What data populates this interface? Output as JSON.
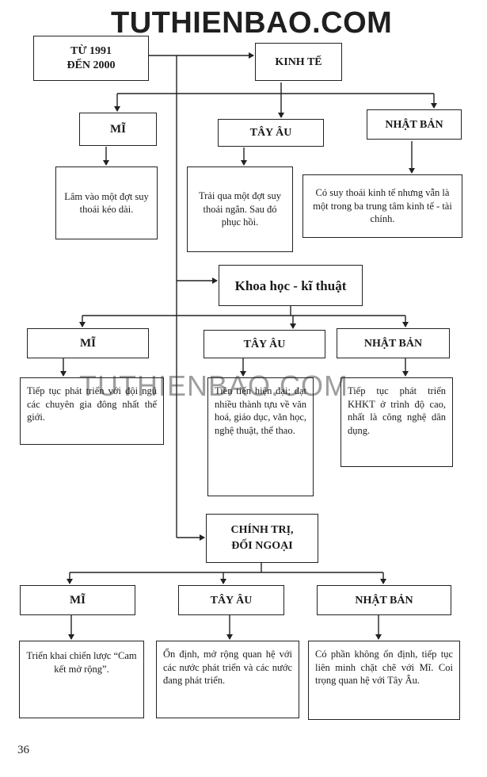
{
  "watermark": {
    "top": "TUTHIENBAO.COM",
    "middle": "TUTHIENBAO.COM"
  },
  "root": {
    "line1": "TỪ 1991",
    "line2": "ĐẾN 2000"
  },
  "sections": [
    {
      "title": "KINH TẾ",
      "regions": [
        {
          "name": "MĨ",
          "text": "Lâm vào một đợt suy thoái kéo dài."
        },
        {
          "name": "TÂY ÂU",
          "text": "Trải qua một đợt suy thoái ngắn. Sau đó phục hồi."
        },
        {
          "name": "NHẬT BẢN",
          "text": "Có suy thoái kinh tế nhưng vẫn là một trong ba trung tâm kinh tế - tài chính."
        }
      ]
    },
    {
      "title": "Khoa học - kĩ thuật",
      "regions": [
        {
          "name": "MĨ",
          "text": "Tiếp tục phát triển với đội ngũ các chuyên gia đông nhất thế giới."
        },
        {
          "name": "TÂY ÂU",
          "text": "Tiên tiến hiện đại; đạt nhiều thành tựu về văn hoá, giáo dục, văn học, nghệ thuật, thể thao."
        },
        {
          "name": "NHẬT BẢN",
          "text": "Tiếp tục phát triển KHKT ở trình độ cao, nhất là công nghệ dân dụng."
        }
      ]
    },
    {
      "title_line1": "CHÍNH TRỊ,",
      "title_line2": "ĐỐI NGOẠI",
      "regions": [
        {
          "name": "MĨ",
          "text": "Triển khai chiến lược “Cam kết mở rộng”."
        },
        {
          "name": "TÂY ÂU",
          "text": "Ổn định, mở rộng quan hệ với các nước phát triển và các nước đang phát triển."
        },
        {
          "name": "NHẬT BẢN",
          "text": "Có phần không ổn định, tiếp tục liên minh chặt chẽ với Mĩ. Coi trọng quan hệ với Tây Âu."
        }
      ]
    }
  ],
  "page_number": "36"
}
